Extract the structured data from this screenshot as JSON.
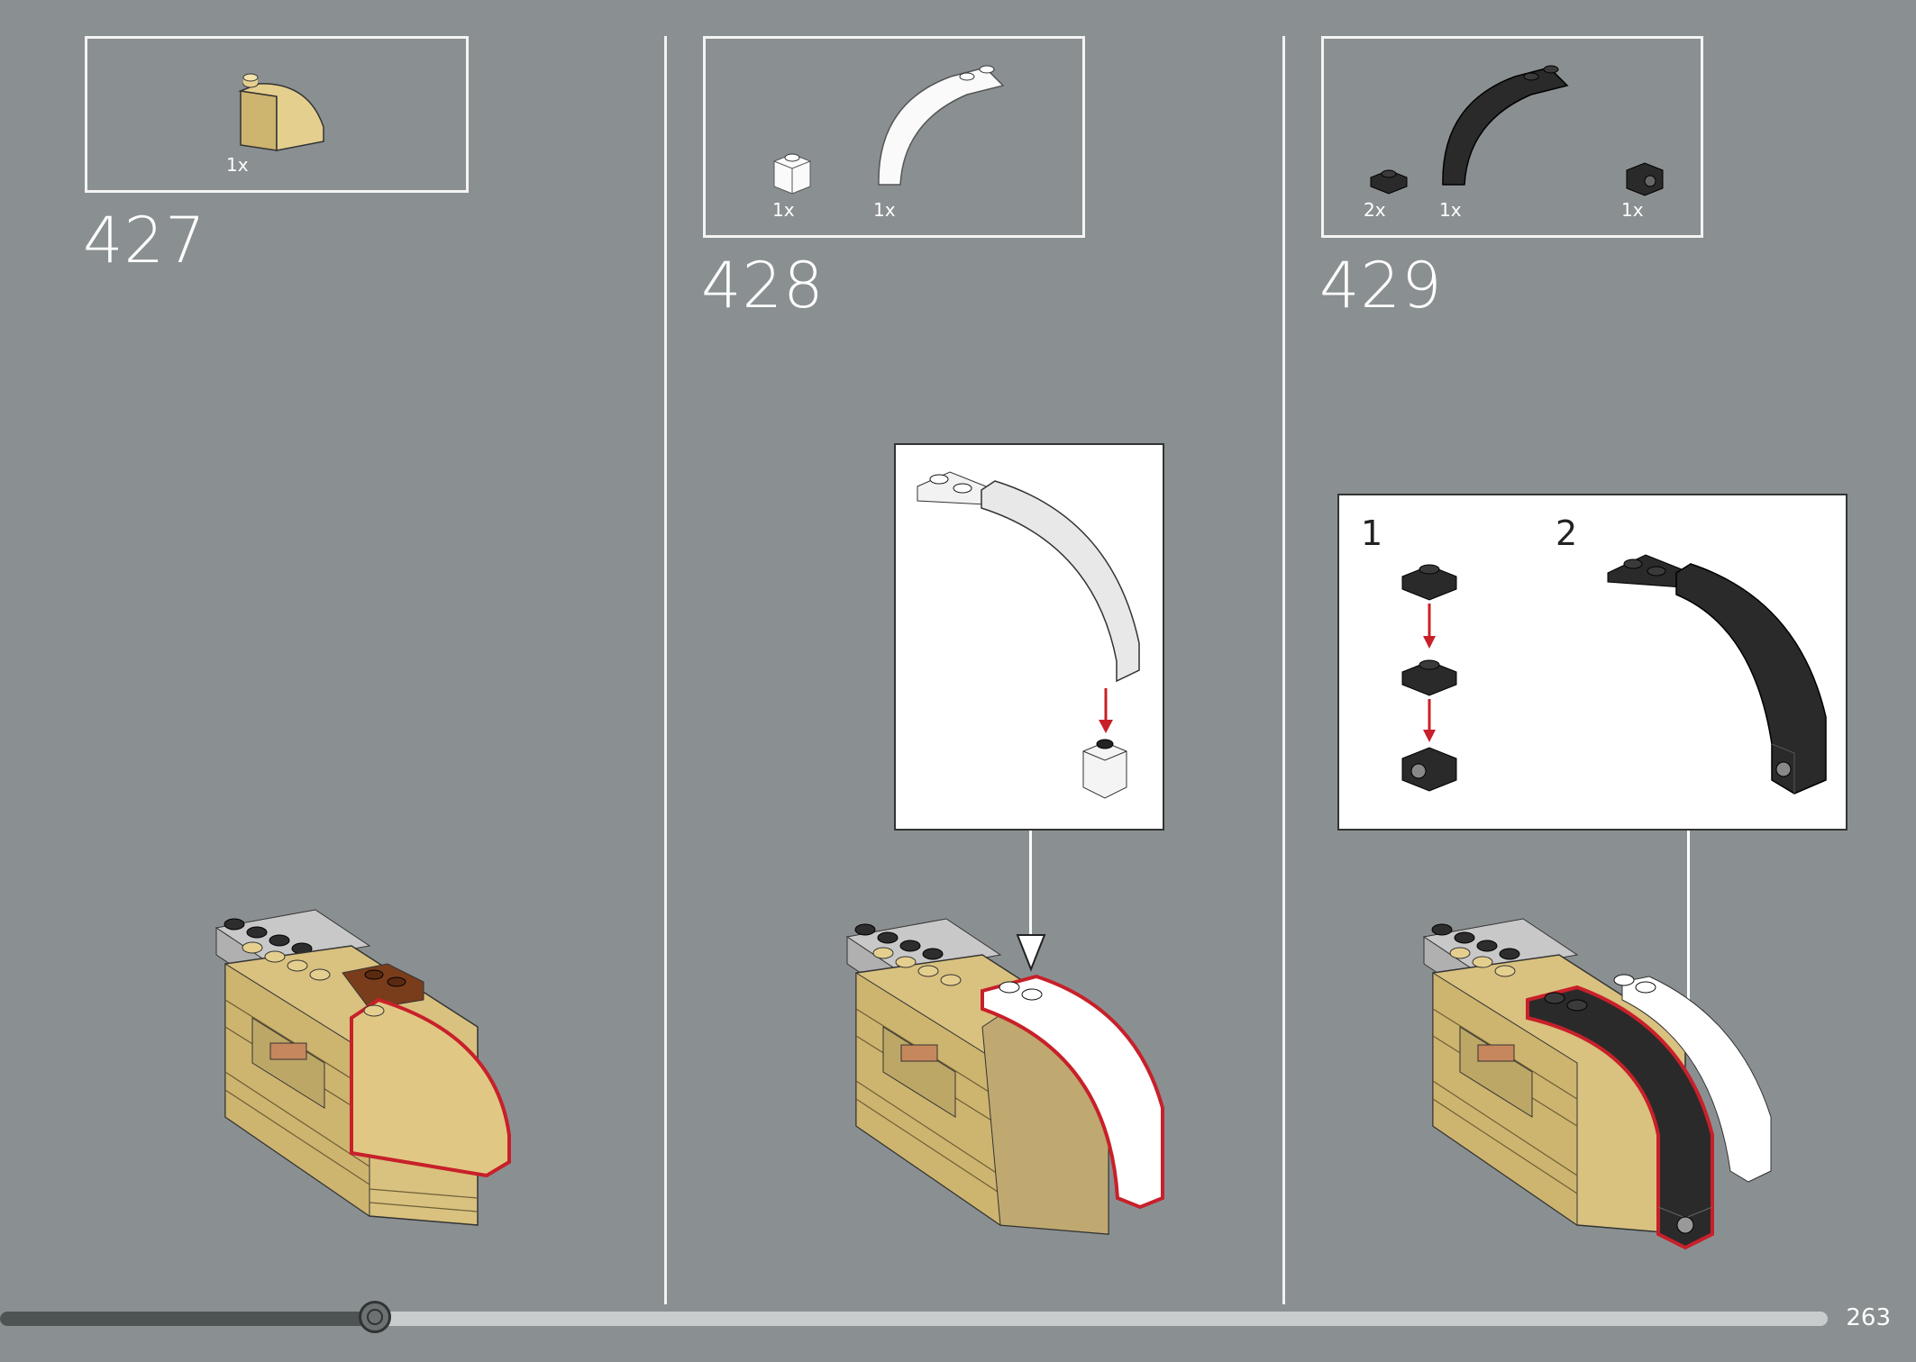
{
  "steps": [
    {
      "number": "427",
      "parts": [
        {
          "qty": "1x",
          "icon": "tan-curved-slope-icon"
        }
      ]
    },
    {
      "number": "428",
      "parts": [
        {
          "qty": "1x",
          "icon": "white-brick-1x1-icon"
        },
        {
          "qty": "1x",
          "icon": "white-arch-icon"
        }
      ]
    },
    {
      "number": "429",
      "parts": [
        {
          "qty": "2x",
          "icon": "black-plate-1x1-icon"
        },
        {
          "qty": "1x",
          "icon": "black-arch-icon"
        },
        {
          "qty": "1x",
          "icon": "black-bracket-icon"
        }
      ]
    }
  ],
  "callouts": {
    "step429": {
      "substeps": [
        "1",
        "2"
      ]
    }
  },
  "progress": {
    "fraction": 0.205
  },
  "page": {
    "number": "263"
  },
  "colors": {
    "background": "#8a9092",
    "tan": "#d9c17f",
    "highlight": "#c8202a",
    "black_part": "#2a2a2a",
    "white_part": "#ffffff"
  }
}
